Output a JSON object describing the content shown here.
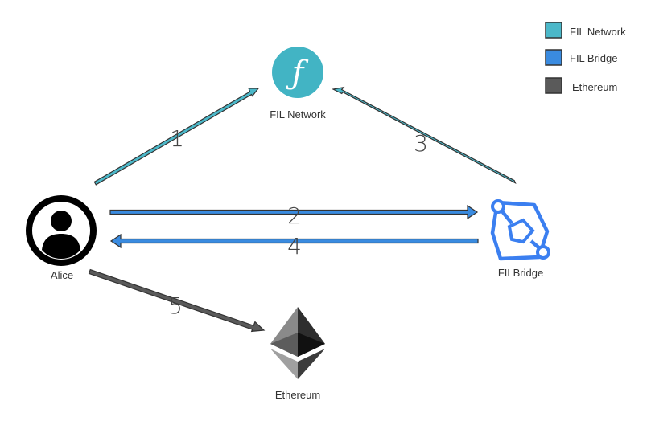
{
  "nodes": {
    "fil_network": {
      "label": "FIL Network",
      "glyph": "ƒ"
    },
    "alice": {
      "label": "Alice"
    },
    "filbridge": {
      "label": "FILBridge"
    },
    "ethereum": {
      "label": "Ethereum"
    }
  },
  "edges": [
    {
      "step": "1",
      "from": "Alice",
      "to": "FIL Network",
      "color_key": "fil_network"
    },
    {
      "step": "2",
      "from": "Alice",
      "to": "FILBridge",
      "color_key": "fil_bridge"
    },
    {
      "step": "3",
      "from": "FILBridge",
      "to": "FIL Network",
      "color_key": "fil_network"
    },
    {
      "step": "4",
      "from": "FILBridge",
      "to": "Alice",
      "color_key": "fil_bridge"
    },
    {
      "step": "5",
      "from": "Alice",
      "to": "Ethereum",
      "color_key": "ethereum"
    }
  ],
  "legend": [
    {
      "label": "FIL Network",
      "color": "#4bb8c9"
    },
    {
      "label": "FIL Bridge",
      "color": "#3a8be0"
    },
    {
      "label": "Ethereum",
      "color": "#5a5a5a"
    }
  ],
  "colors": {
    "fil_network": "#4bb8c9",
    "fil_bridge": "#3a8be0",
    "ethereum": "#5a5a5a",
    "outline": "#333333",
    "filecoin_logo": "#42b4c4",
    "filbridge_logo": "#3b7ff0",
    "alice_icon": "#000000"
  },
  "icons": {
    "fil_network": "filecoin-logo-icon",
    "alice": "user-avatar-icon",
    "filbridge": "filbridge-logo-icon",
    "ethereum": "ethereum-logo-icon"
  }
}
